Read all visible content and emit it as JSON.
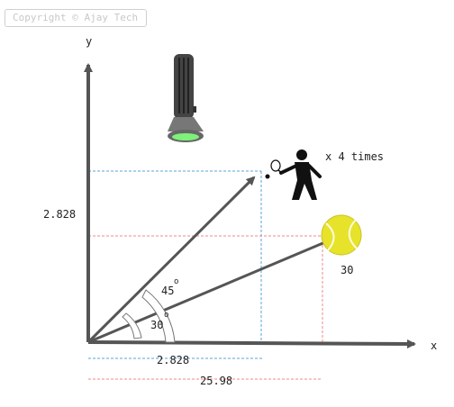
{
  "copyright": "Copyright © Ajay Tech",
  "axes": {
    "x": "x",
    "y": "y"
  },
  "vectors": [
    {
      "name": "player",
      "x_component": "2.828",
      "y_component": "2.828",
      "angle": "45",
      "multiplier": "x 4 times"
    },
    {
      "name": "ball",
      "x_component": "25.98",
      "magnitude": "30",
      "angle": "30"
    }
  ],
  "degree_symbol": "o",
  "colors": {
    "axis": "#555555",
    "blue_guide": "#5aa6d6",
    "red_guide": "#f08a8a",
    "ball": "#e6e32a"
  },
  "icons": [
    "flashlight-icon",
    "tennis-player-icon",
    "tennis-ball-icon"
  ]
}
